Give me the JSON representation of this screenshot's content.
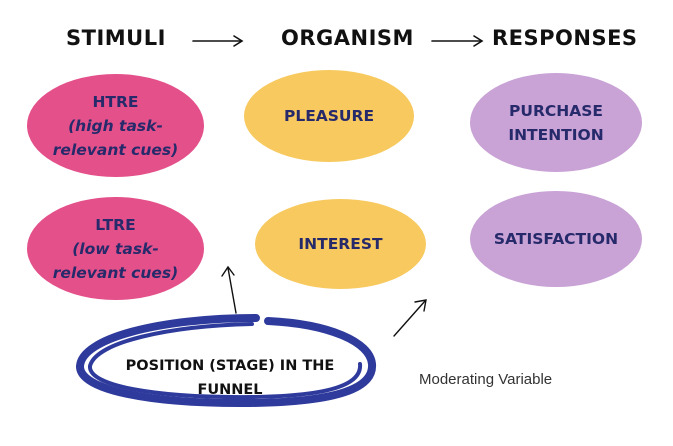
{
  "headings": {
    "stimuli": "STIMULI",
    "organism": "ORGANISM",
    "responses": "RESPONSES"
  },
  "stimuli": {
    "htre": {
      "title": "HTRE",
      "detail_line1": "(high task-",
      "detail_line2": "relevant cues)"
    },
    "ltre": {
      "title": "LTRE",
      "detail_line1": "(low task-",
      "detail_line2": "relevant cues)"
    }
  },
  "organism": {
    "pleasure": "PLEASURE",
    "interest": "INTEREST"
  },
  "responses": {
    "purchase_line1": "PURCHASE",
    "purchase_line2": "INTENTION",
    "satisfaction": "SATISFACTION"
  },
  "moderator": {
    "line1": "POSITION (STAGE) IN THE",
    "line2": "FUNNEL",
    "label": "Moderating Variable"
  },
  "colors": {
    "stimuli": "#e4508a",
    "organism": "#f7c95e",
    "responses": "#c9a2d6",
    "node_text": "#262a6b",
    "circle_stroke": "#2f3b9c"
  }
}
